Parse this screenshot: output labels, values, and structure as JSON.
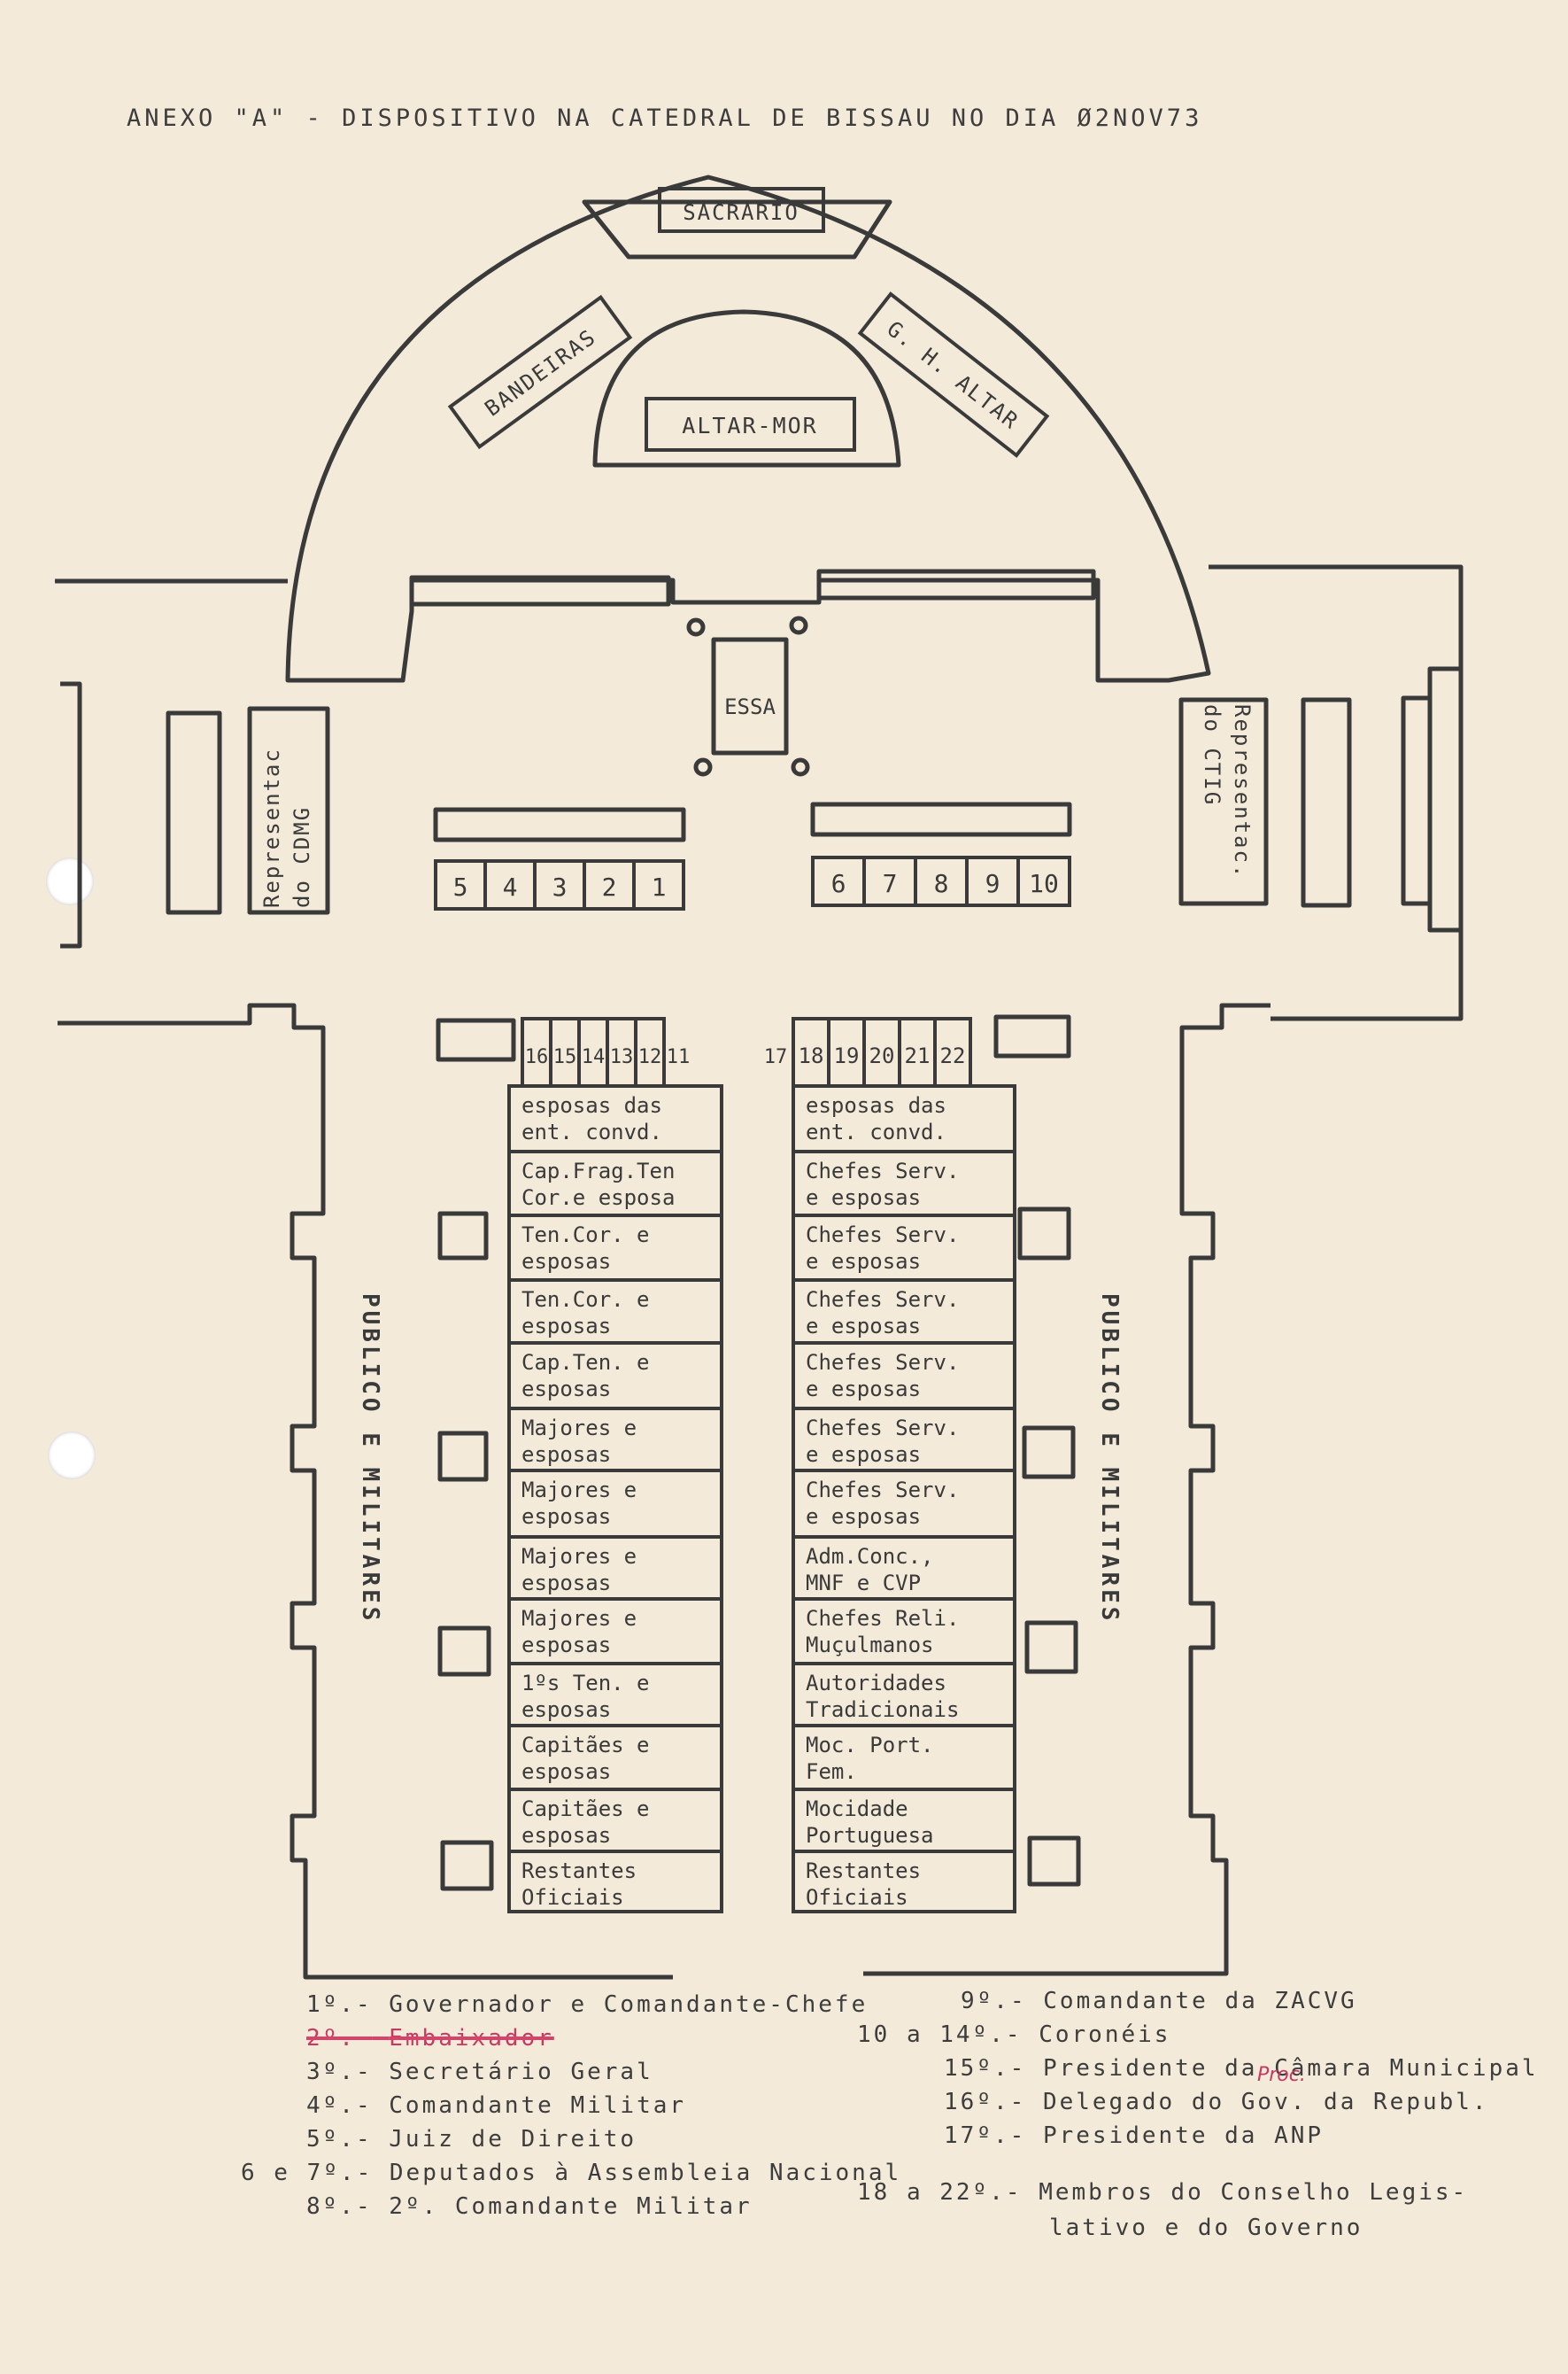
{
  "header": {
    "title": "ANEXO \"A\" - DISPOSITIVO NA CATEDRAL DE BISSAU NO DIA Ø2NOV73"
  },
  "labels": {
    "sacrario": "SACRARIO",
    "bandeiras": "BANDEIRAS",
    "gh_altar": "G. H. ALTAR",
    "altar_mor": "ALTAR-MOR",
    "essa": "ESSA",
    "rep_cdmg": [
      "Representac",
      "do CDMG"
    ],
    "rep_ctig": [
      "Representac.",
      "do CTIG"
    ],
    "publico_left": "PUBLICO E MILITARES",
    "publico_right": "PUBLICO E MILITARES"
  },
  "front_seats_left": [
    "5",
    "4",
    "3",
    "2",
    "1"
  ],
  "front_seats_right": [
    "6",
    "7",
    "8",
    "9",
    "10"
  ],
  "pew_numbers_left": [
    "16",
    "15",
    "14",
    "13",
    "12",
    "11"
  ],
  "pew_number_center": "17",
  "pew_numbers_right": [
    "18",
    "19",
    "20",
    "21",
    "22"
  ],
  "pews_left": [
    [
      "esposas das",
      "ent. convd."
    ],
    [
      "Cap.Frag.Ten",
      "Cor.e esposa"
    ],
    [
      "Ten.Cor. e",
      "esposas"
    ],
    [
      "Ten.Cor. e",
      "esposas"
    ],
    [
      "Cap.Ten. e",
      "esposas"
    ],
    [
      "Majores e",
      "esposas"
    ],
    [
      "Majores e",
      "esposas"
    ],
    [
      "Majores e",
      "esposas"
    ],
    [
      "Majores e",
      "esposas"
    ],
    [
      "1ºs Ten. e",
      "esposas"
    ],
    [
      "Capitães e",
      "esposas"
    ],
    [
      "Capitães e",
      "esposas"
    ],
    [
      "Restantes",
      "Oficiais"
    ]
  ],
  "pews_right": [
    [
      "esposas das",
      "ent. convd."
    ],
    [
      "Chefes Serv.",
      "e esposas"
    ],
    [
      "Chefes Serv.",
      "e esposas"
    ],
    [
      "Chefes Serv.",
      "e esposas"
    ],
    [
      "Chefes Serv.",
      "e esposas"
    ],
    [
      "Chefes Serv.",
      "e esposas"
    ],
    [
      "Chefes Serv.",
      "e esposas"
    ],
    [
      "Adm.Conc.,",
      "MNF e CVP"
    ],
    [
      "Chefes Reli.",
      "Muçulmanos"
    ],
    [
      "Autoridades",
      "Tradicionais"
    ],
    [
      "Moc. Port.",
      "Fem."
    ],
    [
      "Mocidade",
      "Portuguesa"
    ],
    [
      "Restantes",
      "Oficiais"
    ]
  ],
  "legend_left": [
    {
      "num": "1º.-",
      "text": "Governador e Comandante-Chefe"
    },
    {
      "num": "2º.-",
      "text": "Embaixador"
    },
    {
      "num": "3º.-",
      "text": "Secretário Geral"
    },
    {
      "num": "4º.-",
      "text": "Comandante Militar"
    },
    {
      "num": "5º.-",
      "text": "Juiz de Direito"
    },
    {
      "num": "6 e 7º.-",
      "text": "Deputados à Assembleia Nacional"
    },
    {
      "num": "8º.-",
      "text": "2º. Comandante Militar"
    }
  ],
  "legend_right": [
    {
      "num": "9º.-",
      "text": "Comandante da ZACVG"
    },
    {
      "num": "10 a 14º.-",
      "text": "Coronéis"
    },
    {
      "num": "15º.-",
      "text": "Presidente da Câmara Municipal"
    },
    {
      "num": "16º.-",
      "text": "Delegado do Gov.",
      "text2": "da Republ."
    },
    {
      "num": "17º.-",
      "text": "Presidente da ANP"
    },
    {
      "num": "18 a 22º.-",
      "text": "Membros do Conselho Legis-",
      "text2": "lativo e do Governo"
    }
  ],
  "annotation": "Proc."
}
